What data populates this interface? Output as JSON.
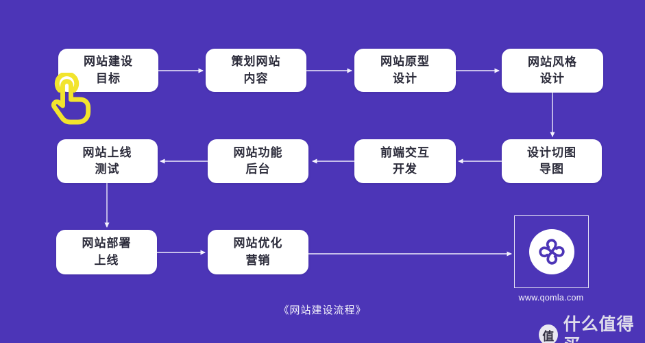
{
  "colors": {
    "background": "#4c35b7",
    "node_background": "#ffffff",
    "node_text": "#2b2b3a",
    "connector": "#f4f2fd",
    "hand_icon": "#f2e42d",
    "logo_mark": "#4c35b7",
    "watermark_text": "#e7e7ee"
  },
  "flow": {
    "caption": "《网站建设流程》",
    "nodes": [
      {
        "id": "goal",
        "label": "网站建设\n目标"
      },
      {
        "id": "plan",
        "label": "策划网站\n内容"
      },
      {
        "id": "prototype",
        "label": "网站原型\n设计"
      },
      {
        "id": "style",
        "label": "网站风格\n设计"
      },
      {
        "id": "launch-test",
        "label": "网站上线\n测试"
      },
      {
        "id": "backend",
        "label": "网站功能\n后台"
      },
      {
        "id": "frontend",
        "label": "前端交互\n开发"
      },
      {
        "id": "slicing",
        "label": "设计切图\n导图"
      },
      {
        "id": "deploy",
        "label": "网站部署\n上线"
      },
      {
        "id": "marketing",
        "label": "网站优化\n营销"
      }
    ]
  },
  "logo": {
    "site_url": "www.qomla.com"
  },
  "watermark": {
    "badge_char": "值",
    "brand_text": "什么值得买"
  }
}
